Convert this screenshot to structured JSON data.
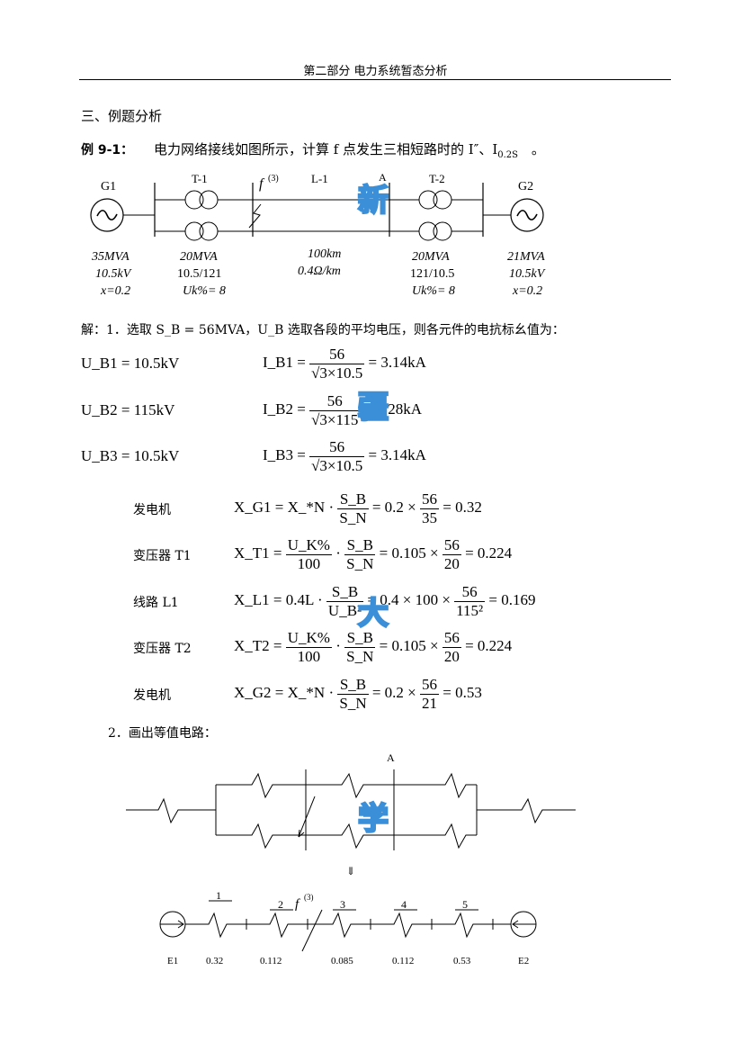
{
  "header": {
    "title": "第二部分  电力系统暂态分析"
  },
  "section_title": "三、例题分析",
  "example": {
    "label": "例 9-1：",
    "text": "电力网络接线如图所示，计算 f 点发生三相短路时的 I″、I",
    "sub": "0.2S",
    "tail": "。"
  },
  "diagram1": {
    "gen1": {
      "name": "G1",
      "rating": "35MVA",
      "voltage": "10.5kV",
      "x": "x=0.2"
    },
    "t1": {
      "name": "T-1",
      "rating": "20MVA",
      "ratio": "10.5/121",
      "uk": "Uk%= 8"
    },
    "fault": "f",
    "fault_sup": "(3)",
    "line": {
      "name": "L-1",
      "length": "100km",
      "z": "0.4Ω/km"
    },
    "node": "A",
    "t2": {
      "name": "T-2",
      "rating": "20MVA",
      "ratio": "121/10.5",
      "uk": "Uk%= 8"
    },
    "gen2": {
      "name": "G2",
      "rating": "21MVA",
      "voltage": "10.5kV",
      "x": "x=0.2"
    }
  },
  "solution_intro": "解：1．选取 S_B = 56MVA，U_B 选取各段的平均电压，则各元件的电抗标幺值为：",
  "base_values": [
    {
      "u": "U_B1 = 10.5kV",
      "i_lhs": "I_B1 =",
      "num": "56",
      "den": "√3×10.5",
      "res": "= 3.14kA"
    },
    {
      "u": "U_B2 = 115kV",
      "i_lhs": "I_B2 =",
      "num": "56",
      "den": "√3×115",
      "res": "= 0.28kA"
    },
    {
      "u": "U_B3 = 10.5kV",
      "i_lhs": "I_B3 =",
      "num": "56",
      "den": "√3×10.5",
      "res": "= 3.14kA"
    }
  ],
  "reactances": [
    {
      "label": "发电机",
      "lhs": "X_G1 = X_*N ·",
      "f1n": "S_B",
      "f1d": "S_N",
      "mid": "= 0.2 ×",
      "f2n": "56",
      "f2d": "35",
      "res": "= 0.32"
    },
    {
      "label": "变压器 T1",
      "lhs": "X_T1 =",
      "f0n": "U_K%",
      "f0d": "100",
      "f1n": "S_B",
      "f1d": "S_N",
      "mid": "= 0.105 ×",
      "f2n": "56",
      "f2d": "20",
      "res": "= 0.224"
    },
    {
      "label": "线路 L1",
      "lhs": "X_L1 = 0.4L ·",
      "f1n": "S_B",
      "f1d": "U_B²",
      "mid": "= 0.4 × 100 ×",
      "f2n": "56",
      "f2d": "115²",
      "res": "= 0.169"
    },
    {
      "label": "变压器 T2",
      "lhs": "X_T2 =",
      "f0n": "U_K%",
      "f0d": "100",
      "f1n": "S_B",
      "f1d": "S_N",
      "mid": "= 0.105 ×",
      "f2n": "56",
      "f2d": "20",
      "res": "= 0.224"
    },
    {
      "label": "发电机",
      "lhs": "X_G2 = X_*N ·",
      "f1n": "S_B",
      "f1d": "S_N",
      "mid": "= 0.2 ×",
      "f2n": "56",
      "f2d": "21",
      "res": "= 0.53"
    }
  ],
  "step2": "2．画出等值电路：",
  "diagram2": {
    "node": "A",
    "arrow": "⇓"
  },
  "diagram3": {
    "e1": "E1",
    "e2": "E2",
    "numbers": [
      "1",
      "2",
      "3",
      "4",
      "5"
    ],
    "fault": "f",
    "fault_sup": "(3)",
    "values": [
      "0.32",
      "0.112",
      "0.085",
      "0.112",
      "0.53"
    ]
  },
  "watermark": [
    "新",
    "疆",
    "大",
    "学"
  ]
}
